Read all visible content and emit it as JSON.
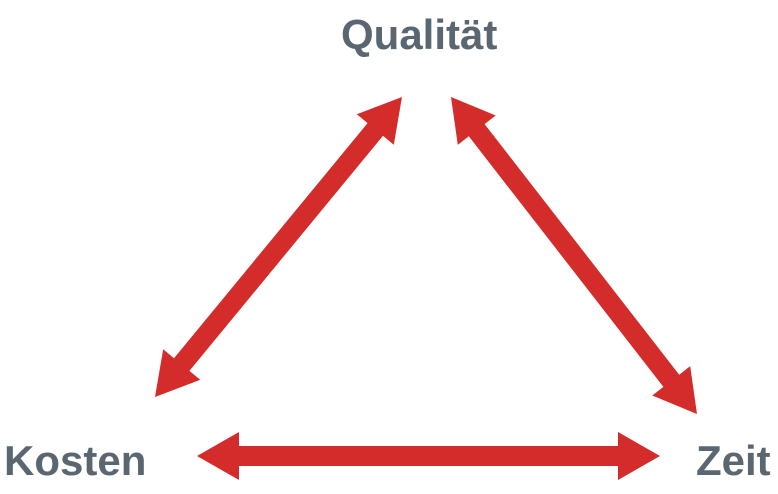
{
  "labels": {
    "top": "Qualität",
    "bottom_left": "Kosten",
    "bottom_right": "Zeit"
  },
  "colors": {
    "arrow": "#d42b2b",
    "text": "#5a6670"
  },
  "arrows": [
    {
      "name": "arrow-qualitaet-kosten",
      "connects": [
        "Qualität",
        "Kosten"
      ],
      "style": "double-headed"
    },
    {
      "name": "arrow-qualitaet-zeit",
      "connects": [
        "Qualität",
        "Zeit"
      ],
      "style": "double-headed"
    },
    {
      "name": "arrow-kosten-zeit",
      "connects": [
        "Kosten",
        "Zeit"
      ],
      "style": "double-headed"
    }
  ]
}
